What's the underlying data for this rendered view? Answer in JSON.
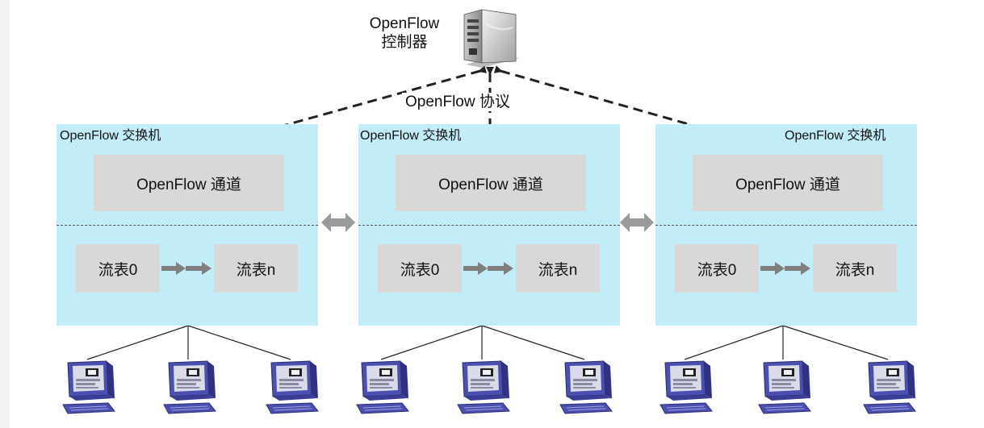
{
  "controller": {
    "label_line1": "OpenFlow",
    "label_line2": "控制器",
    "icon": "server-icon"
  },
  "protocol_label": "OpenFlow  协议",
  "switches": [
    {
      "title": "OpenFlow 交换机",
      "channel": "OpenFlow 通道",
      "table_first": "流表0",
      "table_last": "流表n",
      "hosts": 3
    },
    {
      "title": "OpenFlow  交换机",
      "channel": "OpenFlow 通道",
      "table_first": "流表0",
      "table_last": "流表n",
      "hosts": 3
    },
    {
      "title": "OpenFlow  交换机",
      "channel": "OpenFlow 通道",
      "table_first": "流表0",
      "table_last": "流表n",
      "hosts": 3
    }
  ],
  "colors": {
    "switch_bg": "#c2ecf8",
    "box_bg": "#d8d8d8",
    "arrow_gray": "#7f7f7f",
    "line": "#222222"
  }
}
